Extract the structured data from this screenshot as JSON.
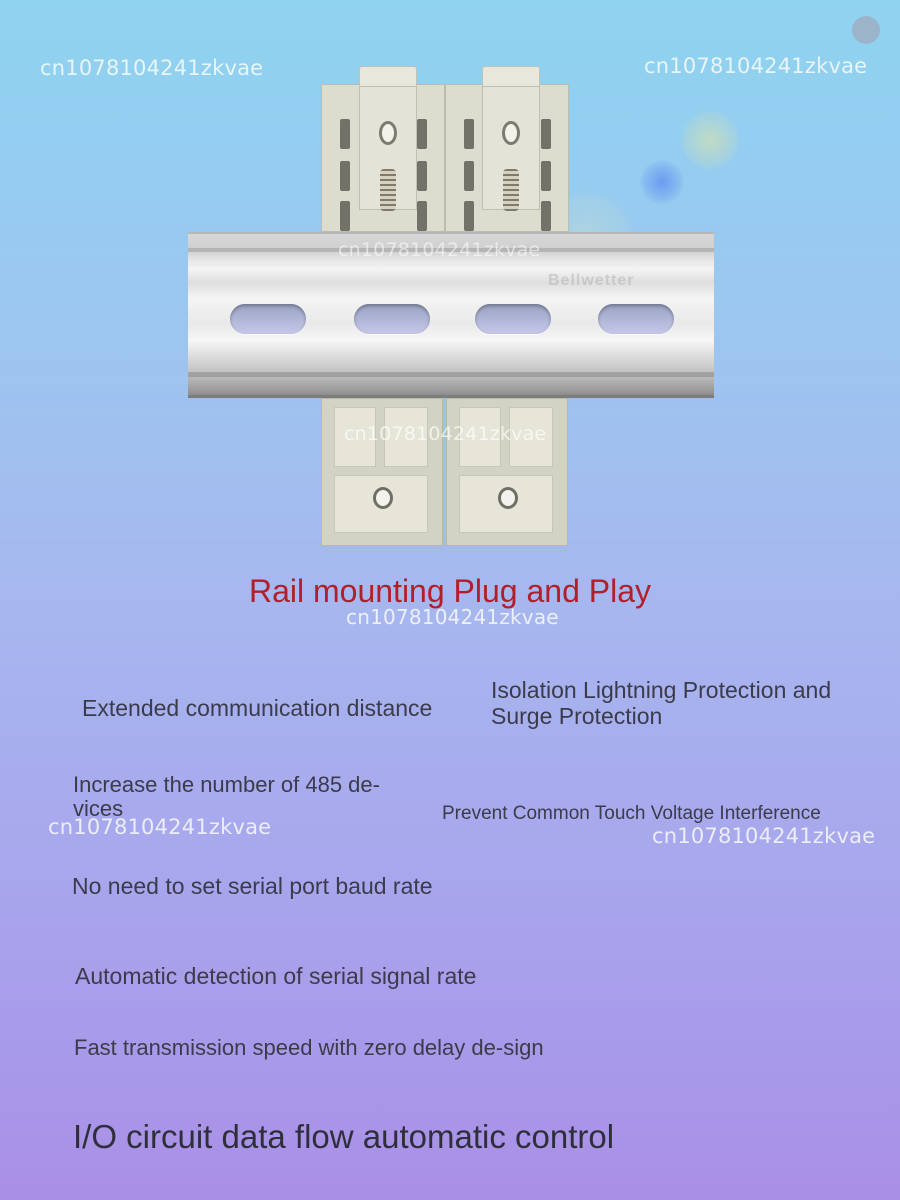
{
  "watermark": "cn1078104241zkvae",
  "rail_marking": "Bellwetter",
  "headline": "Rail mounting Plug and Play",
  "features": [
    "Extended communication distance",
    "Isolation Lightning Protection and Surge Protection",
    "Increase the number of 485 de-vices",
    "Prevent Common Touch Voltage Interference",
    "No need to set serial port baud rate",
    "Automatic detection of serial signal rate",
    "Fast transmission speed with zero delay de-sign",
    "I/O circuit data flow automatic control"
  ],
  "colors": {
    "headline": "#B11F2A",
    "body_text": "#3B3B4B",
    "watermark": "#FFFFFF",
    "background_top": "#8FD3F0",
    "background_bottom": "#A98FE6"
  }
}
